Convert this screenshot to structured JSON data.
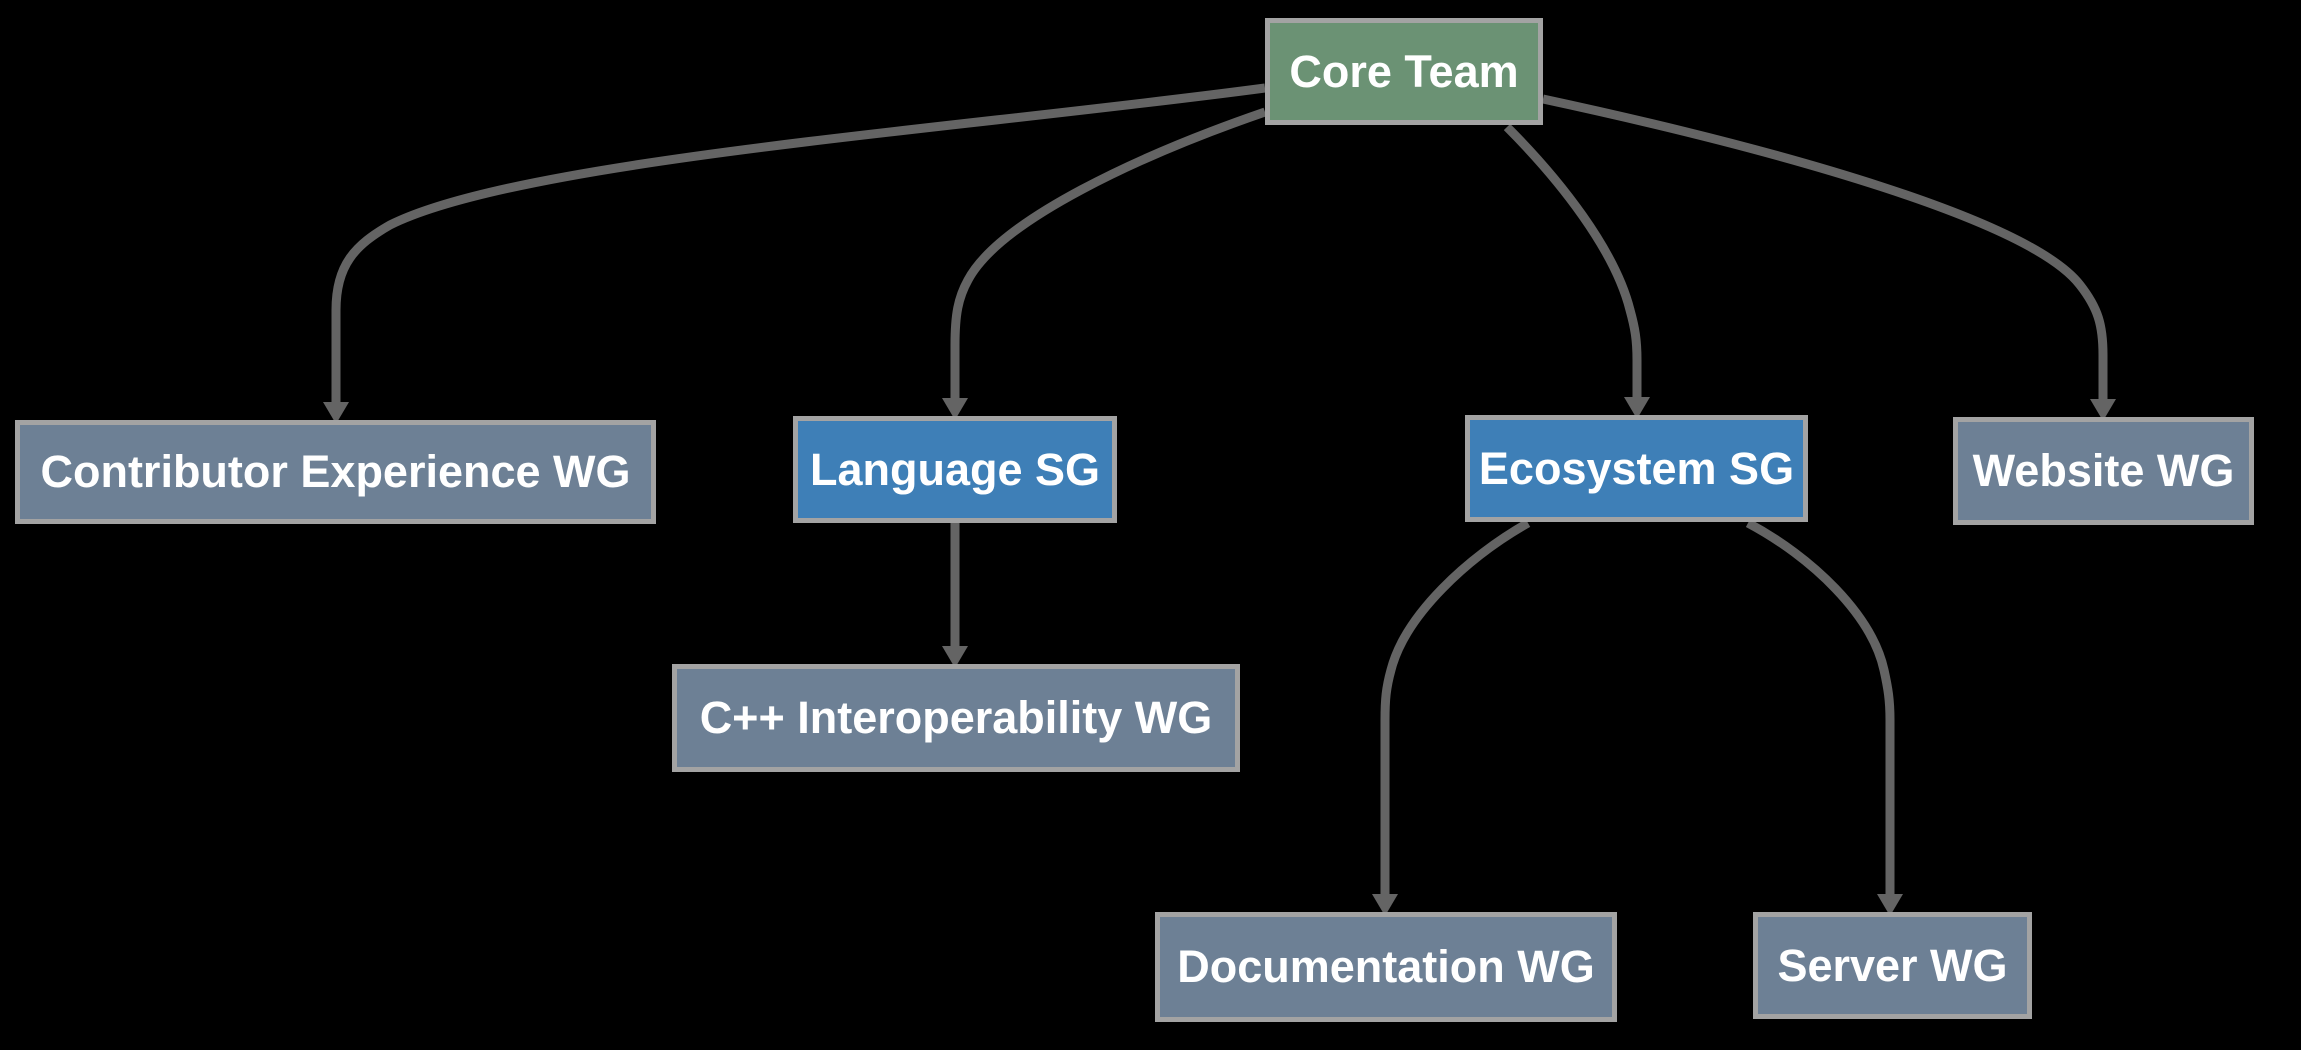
{
  "theme": {
    "background": "#000000",
    "node_border": "#a3a3a3",
    "node_text": "#ffffff",
    "connector": "#646464",
    "core_team_fill": "#6b9274",
    "steering_group_fill": "#3e7fb7",
    "working_group_fill": "#6d8095"
  },
  "diagram": {
    "type": "org-chart",
    "nodes": [
      {
        "id": "core-team",
        "label": "Core Team",
        "role": "core-team"
      },
      {
        "id": "contributor-experience-wg",
        "label": "Contributor Experience WG",
        "role": "working-group"
      },
      {
        "id": "language-sg",
        "label": "Language SG",
        "role": "steering-group"
      },
      {
        "id": "ecosystem-sg",
        "label": "Ecosystem SG",
        "role": "steering-group"
      },
      {
        "id": "website-wg",
        "label": "Website WG",
        "role": "working-group"
      },
      {
        "id": "cpp-interoperability-wg",
        "label": "C++ Interoperability WG",
        "role": "working-group"
      },
      {
        "id": "documentation-wg",
        "label": "Documentation WG",
        "role": "working-group"
      },
      {
        "id": "server-wg",
        "label": "Server WG",
        "role": "working-group"
      }
    ],
    "edges": [
      {
        "from": "core-team",
        "to": "contributor-experience-wg"
      },
      {
        "from": "core-team",
        "to": "language-sg"
      },
      {
        "from": "core-team",
        "to": "ecosystem-sg"
      },
      {
        "from": "core-team",
        "to": "website-wg"
      },
      {
        "from": "language-sg",
        "to": "cpp-interoperability-wg"
      },
      {
        "from": "ecosystem-sg",
        "to": "documentation-wg"
      },
      {
        "from": "ecosystem-sg",
        "to": "server-wg"
      }
    ]
  }
}
